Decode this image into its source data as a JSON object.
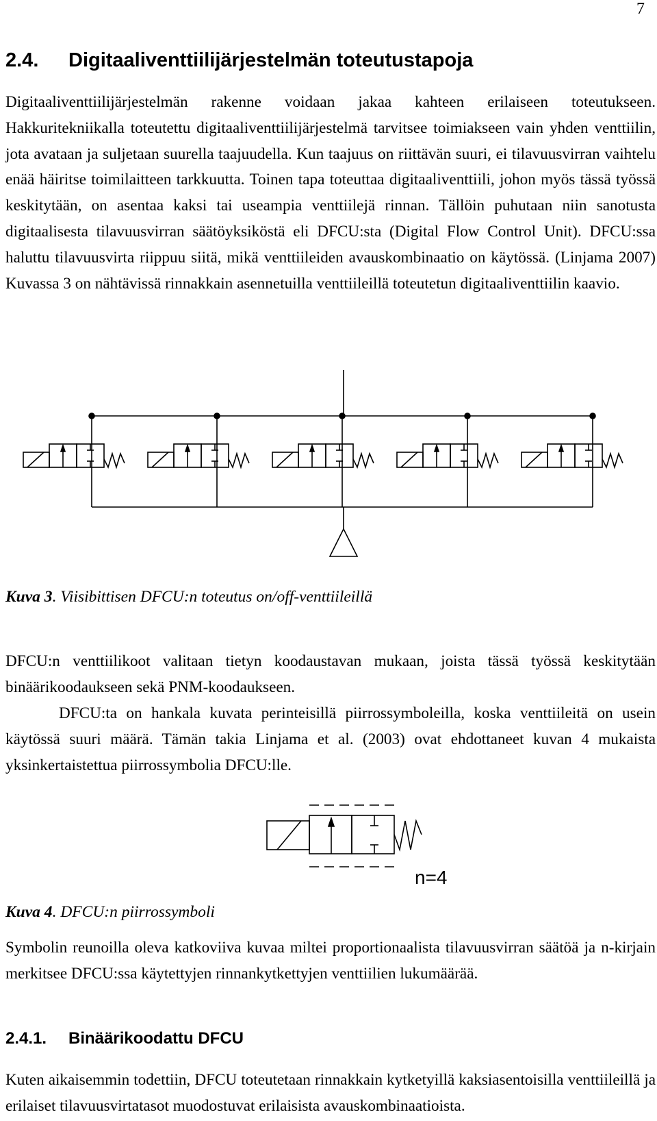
{
  "page_number": "7",
  "section": {
    "number": "2.4.",
    "title": "Digitaaliventtiilijärjestelmän toteutustapoja"
  },
  "paragraphs": {
    "p1": "Digitaaliventtiilijärjestelmän rakenne voidaan jakaa kahteen erilaiseen toteutukseen. Hakkuritekniikalla toteutettu digitaaliventtiilijärjestelmä tarvitsee toimiakseen vain yhden venttiilin, jota avataan ja suljetaan suurella taajuudella. Kun taajuus on riittävän suuri, ei tilavuusvirran vaihtelu enää häiritse toimilaitteen tarkkuutta. Toinen tapa toteuttaa digitaaliventtiili, johon myös tässä työssä keskitytään, on asentaa kaksi tai useampia venttiilejä rinnan. Tällöin puhutaan niin sanotusta digitaalisesta tilavuusvirran säätöyksiköstä eli DFCU:sta (Digital Flow Control Unit). DFCU:ssa haluttu tilavuusvirta riippuu siitä, mikä venttiileiden avauskombinaatio on käytössä. (Linjama 2007) Kuvassa 3 on nähtävissä rinnakkain asennetuilla venttiileillä toteutetun digitaaliventtiilin kaavio.",
    "p2": "DFCU:n venttiilikoot valitaan tietyn koodaustavan mukaan, joista tässä työssä keskitytään binäärikoodaukseen sekä PNM-koodaukseen.",
    "p3": "DFCU:ta on hankala kuvata perinteisillä piirrossymboleilla, koska venttiileitä on usein käytössä suuri määrä. Tämän takia Linjama et al. (2003) ovat ehdottaneet kuvan 4 mukaista yksinkertaistettua piirrossymbolia DFCU:lle.",
    "p4": "Symbolin reunoilla oleva katkoviiva kuvaa miltei proportionaalista tilavuusvirran säätöä ja n-kirjain merkitsee DFCU:ssa käytettyjen rinnankytkettyjen venttiilien lukumäärää.",
    "p5": "Kuten aikaisemmin todettiin, DFCU toteutetaan rinnakkain kytketyillä kaksiasentoisilla venttiileillä ja erilaiset tilavuusvirtatasot muodostuvat erilaisista avauskombinaatioista."
  },
  "figure3": {
    "caption_label": "Kuva 3",
    "caption_text": ". Viisibittisen DFCU:n toteutus on/off-venttiileillä",
    "valve_count": 5
  },
  "figure4": {
    "caption_label": "Kuva 4",
    "caption_text": ". DFCU:n piirrossymboli",
    "n_label": "n=4"
  },
  "subsection": {
    "number": "2.4.1.",
    "title": "Binäärikoodattu DFCU"
  }
}
